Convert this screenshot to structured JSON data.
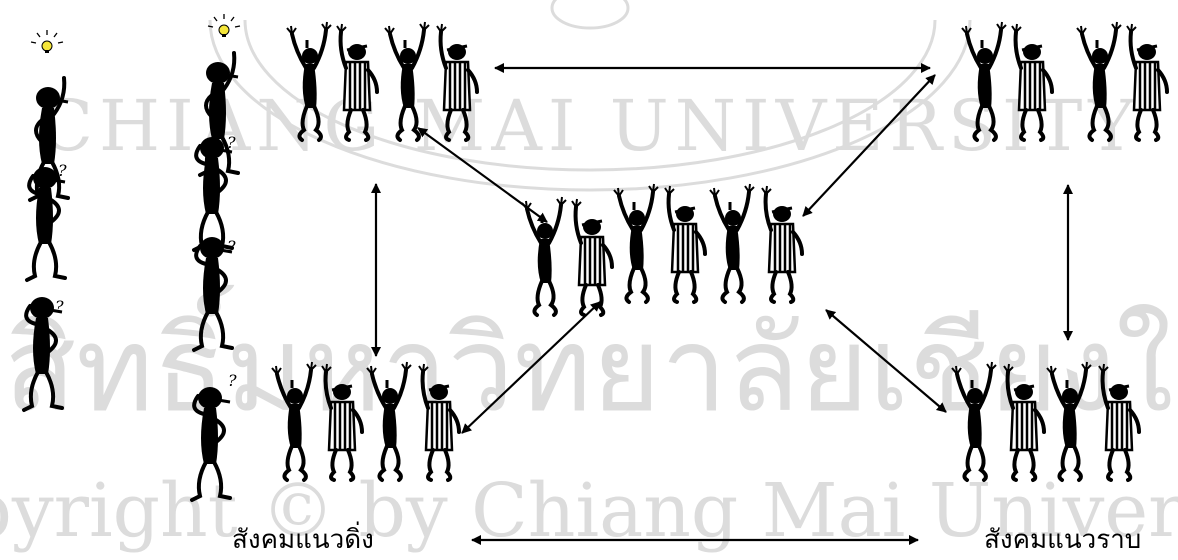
{
  "labels": {
    "vertical_society": "สังคมแนวดิ่ง",
    "horizontal_society": "สังคมแนวราบ"
  },
  "watermark": {
    "arc_text": "CHIANG MAI UNIVERSITY",
    "thai_text": "ลิขสิทธิ์มหาวิทยาลัยเชียงใหม่",
    "copyright_text": "Copyright © by Chiang Mai University"
  },
  "colors": {
    "figure": "#000000",
    "watermark": "#dcdcdc",
    "bulb": "#f5e63a"
  },
  "icons": {
    "idea": "lightbulb-icon",
    "confused": "question-mark-icon",
    "person": "stick-figure-icon",
    "link": "double-arrow-icon"
  }
}
